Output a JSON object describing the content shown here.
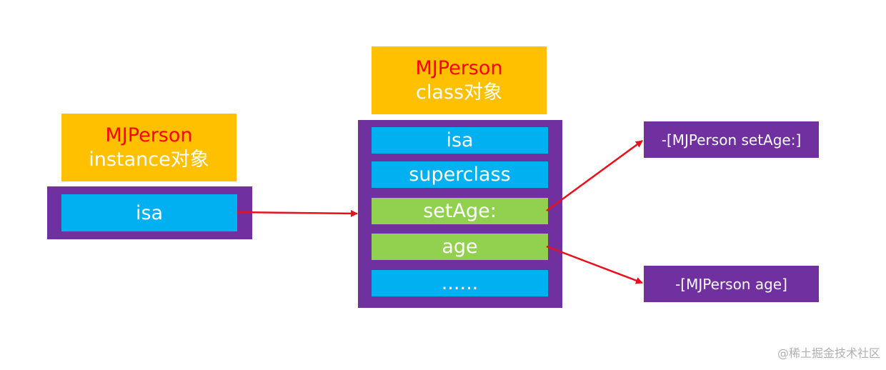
{
  "instance": {
    "title": "MJPerson",
    "subtitle": "instance对象",
    "cells": [
      "isa"
    ]
  },
  "class_obj": {
    "title": "MJPerson",
    "subtitle": "class对象",
    "cells": [
      "isa",
      "superclass",
      "setAge:",
      "age",
      "......"
    ]
  },
  "methods": {
    "setAge": "-[MJPerson setAge:]",
    "age": "-[MJPerson age]"
  },
  "watermark": "@稀土掘金技术社区",
  "colors": {
    "label_bg": "#FFC000",
    "title": "#FF0000",
    "container": "#7030A0",
    "cell_blue": "#00B0F0",
    "cell_green": "#92D050",
    "arrow": "#E8101C"
  }
}
